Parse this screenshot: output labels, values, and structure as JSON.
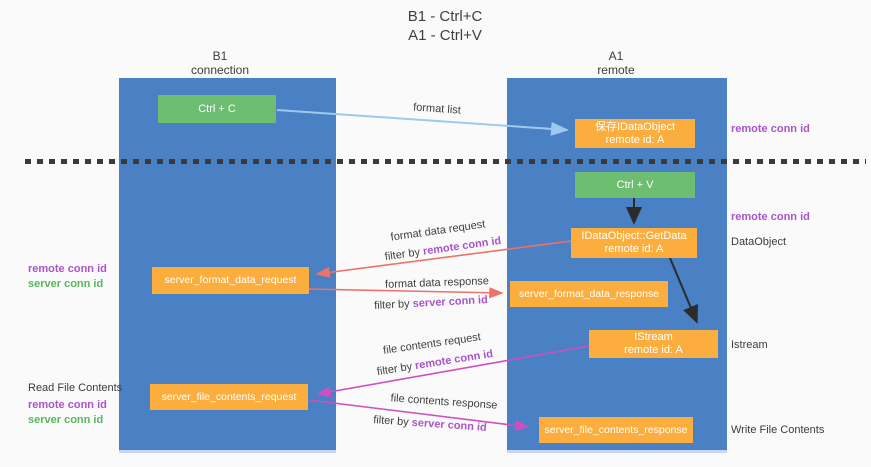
{
  "title": {
    "line1": "B1 - Ctrl+C",
    "line2": "A1 - Ctrl+V"
  },
  "columns": {
    "left": {
      "title": "B1",
      "subtitle": "connection"
    },
    "right": {
      "title": "A1",
      "subtitle": "remote"
    }
  },
  "nodes": {
    "ctrl_c": {
      "label": "Ctrl + C"
    },
    "ctrl_v": {
      "label": "Ctrl + V"
    },
    "save_dataobject": {
      "line1": "保存IDataObject",
      "line2": "remote id: A"
    },
    "getdata": {
      "line1": "IDataObject::GetData",
      "line2": "remote id: A"
    },
    "istream": {
      "line1": "IStream",
      "line2": "remote id: A"
    },
    "format_request": {
      "label": "server_format_data_request"
    },
    "format_response": {
      "label": "server_format_data_response"
    },
    "file_request": {
      "label": "server_file_contents_request"
    },
    "file_response": {
      "label": "server_file_contents_response"
    }
  },
  "arrows": {
    "format_list": {
      "label": "format list"
    },
    "format_data_request": {
      "label": "format data request",
      "filter_prefix": "filter by ",
      "filter_value": "remote conn id"
    },
    "format_data_response": {
      "label": "format data response",
      "filter_prefix": "filter by ",
      "filter_value": "server conn id"
    },
    "file_contents_request": {
      "label": "file contents request",
      "filter_prefix": "filter by ",
      "filter_value": "remote conn id"
    },
    "file_contents_response": {
      "label": "file contents response",
      "filter_prefix": "filter by ",
      "filter_value": "server conn id"
    }
  },
  "side_labels": {
    "right_remote_conn_top": "remote conn id",
    "right_remote_conn_mid": "remote conn id",
    "dataobject": "DataObject",
    "istream": "Istream",
    "write_file_contents": "Write File Contents",
    "left_remote_conn_format": "remote conn id",
    "left_server_conn_format": "server conn id",
    "read_file_contents": "Read File Contents",
    "left_remote_conn_file": "remote conn id",
    "left_server_conn_file": "server conn id"
  },
  "colors": {
    "column_blue": "#4a80c4",
    "node_green": "#6dbe71",
    "node_orange": "#fbae3d",
    "arrow_blue": "#9dc9ee",
    "arrow_red": "#ee7267",
    "arrow_magenta": "#cf4ec0",
    "text_purple": "#a855c8",
    "text_green": "#56b85a",
    "dash_black": "#3a3a3a"
  }
}
